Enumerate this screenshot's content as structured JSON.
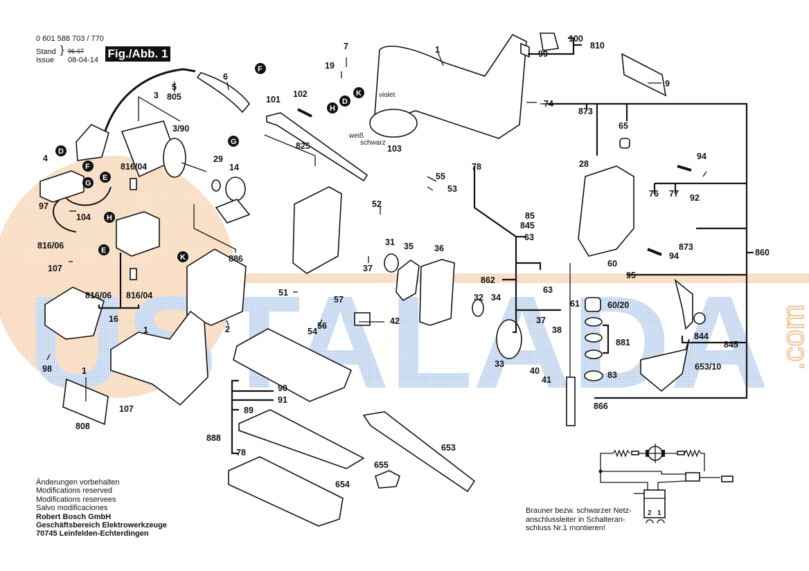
{
  "header": {
    "doc_number": "0 601 588 703 / 770",
    "stand_label": "Stand",
    "issue_label": "Issue",
    "old_date": "96-07",
    "issue_date": "08-04-14",
    "figure_label": "Fig./Abb. 1"
  },
  "watermark": {
    "text": "USTALADA",
    "suffix": ".com",
    "text_color": "#a9c6ea",
    "stripe_color": "#f3c9a0"
  },
  "parts": [
    {
      "id": "p1a",
      "label": "1"
    },
    {
      "id": "p1b",
      "label": "1"
    },
    {
      "id": "p1c",
      "label": "1"
    },
    {
      "id": "p2",
      "label": "2"
    },
    {
      "id": "p3",
      "label": "3"
    },
    {
      "id": "p3-90",
      "label": "3/90"
    },
    {
      "id": "p4",
      "label": "4"
    },
    {
      "id": "p5",
      "label": "5"
    },
    {
      "id": "p805",
      "label": "805"
    },
    {
      "id": "p6",
      "label": "6"
    },
    {
      "id": "p7",
      "label": "7"
    },
    {
      "id": "p9",
      "label": "9"
    },
    {
      "id": "p14",
      "label": "14"
    },
    {
      "id": "p16",
      "label": "16"
    },
    {
      "id": "p19",
      "label": "19"
    },
    {
      "id": "p28",
      "label": "28"
    },
    {
      "id": "p29",
      "label": "29"
    },
    {
      "id": "p31",
      "label": "31"
    },
    {
      "id": "p32",
      "label": "32"
    },
    {
      "id": "p33",
      "label": "33"
    },
    {
      "id": "p34",
      "label": "34"
    },
    {
      "id": "p35",
      "label": "35"
    },
    {
      "id": "p36",
      "label": "36"
    },
    {
      "id": "p37a",
      "label": "37"
    },
    {
      "id": "p37b",
      "label": "37"
    },
    {
      "id": "p38",
      "label": "38"
    },
    {
      "id": "p40",
      "label": "40"
    },
    {
      "id": "p41",
      "label": "41"
    },
    {
      "id": "p42",
      "label": "42"
    },
    {
      "id": "p51",
      "label": "51"
    },
    {
      "id": "p52",
      "label": "52"
    },
    {
      "id": "p53",
      "label": "53"
    },
    {
      "id": "p54",
      "label": "54"
    },
    {
      "id": "p55",
      "label": "55"
    },
    {
      "id": "p56",
      "label": "56"
    },
    {
      "id": "p57",
      "label": "57"
    },
    {
      "id": "p60",
      "label": "60"
    },
    {
      "id": "p60-20",
      "label": "60/20"
    },
    {
      "id": "p61",
      "label": "61"
    },
    {
      "id": "p63a",
      "label": "63"
    },
    {
      "id": "p63b",
      "label": "63"
    },
    {
      "id": "p65",
      "label": "65"
    },
    {
      "id": "p74",
      "label": "74"
    },
    {
      "id": "p76",
      "label": "76"
    },
    {
      "id": "p77",
      "label": "77"
    },
    {
      "id": "p78a",
      "label": "78"
    },
    {
      "id": "p78b",
      "label": "78"
    },
    {
      "id": "p83",
      "label": "83"
    },
    {
      "id": "p85",
      "label": "85"
    },
    {
      "id": "p89",
      "label": "89"
    },
    {
      "id": "p90",
      "label": "90"
    },
    {
      "id": "p91",
      "label": "91"
    },
    {
      "id": "p92",
      "label": "92"
    },
    {
      "id": "p94a",
      "label": "94"
    },
    {
      "id": "p94b",
      "label": "94"
    },
    {
      "id": "p95",
      "label": "95"
    },
    {
      "id": "p97",
      "label": "97"
    },
    {
      "id": "p98",
      "label": "98"
    },
    {
      "id": "p99",
      "label": "99"
    },
    {
      "id": "p100",
      "label": "100"
    },
    {
      "id": "p101",
      "label": "101"
    },
    {
      "id": "p102",
      "label": "102"
    },
    {
      "id": "p103",
      "label": "103"
    },
    {
      "id": "p104",
      "label": "104"
    },
    {
      "id": "p107a",
      "label": "107"
    },
    {
      "id": "p107b",
      "label": "107"
    },
    {
      "id": "p653",
      "label": "653"
    },
    {
      "id": "p653-10",
      "label": "653/10"
    },
    {
      "id": "p654",
      "label": "654"
    },
    {
      "id": "p655",
      "label": "655"
    },
    {
      "id": "p808",
      "label": "808"
    },
    {
      "id": "p810",
      "label": "810"
    },
    {
      "id": "p816-04a",
      "label": "816/04"
    },
    {
      "id": "p816-04b",
      "label": "816/04"
    },
    {
      "id": "p816-06a",
      "label": "816/06"
    },
    {
      "id": "p816-06b",
      "label": "816/06"
    },
    {
      "id": "p825",
      "label": "825"
    },
    {
      "id": "p844",
      "label": "844"
    },
    {
      "id": "p845a",
      "label": "845"
    },
    {
      "id": "p845b",
      "label": "845"
    },
    {
      "id": "p860",
      "label": "860"
    },
    {
      "id": "p862",
      "label": "862"
    },
    {
      "id": "p866",
      "label": "866"
    },
    {
      "id": "p873a",
      "label": "873"
    },
    {
      "id": "p873b",
      "label": "873"
    },
    {
      "id": "p881",
      "label": "881"
    },
    {
      "id": "p886",
      "label": "886"
    },
    {
      "id": "p888",
      "label": "888"
    }
  ],
  "connectors": {
    "D": "D",
    "E": "E",
    "F": "F",
    "G": "G",
    "H": "H",
    "K": "K"
  },
  "wire_colors": {
    "violet": "violet",
    "white": "weiß",
    "black": "schwarz"
  },
  "notes": {
    "lines": [
      "Änderungen vorbehalten",
      "Modifications reserved",
      "Modifications reservees",
      "Salvo modificaciones"
    ],
    "company": "Robert Bosch GmbH",
    "division": "Geschäftsbereich Elektrowerkzeuge",
    "address": "70745 Leinfelden-Echterdingen"
  },
  "schematic": {
    "note_lines": [
      "Brauner bezw. schwarzer Netz-",
      "anschlussleiter in Schalteran-",
      "schluss Nr.1 montieren!"
    ],
    "terminal_2": "2",
    "terminal_1": "1"
  }
}
